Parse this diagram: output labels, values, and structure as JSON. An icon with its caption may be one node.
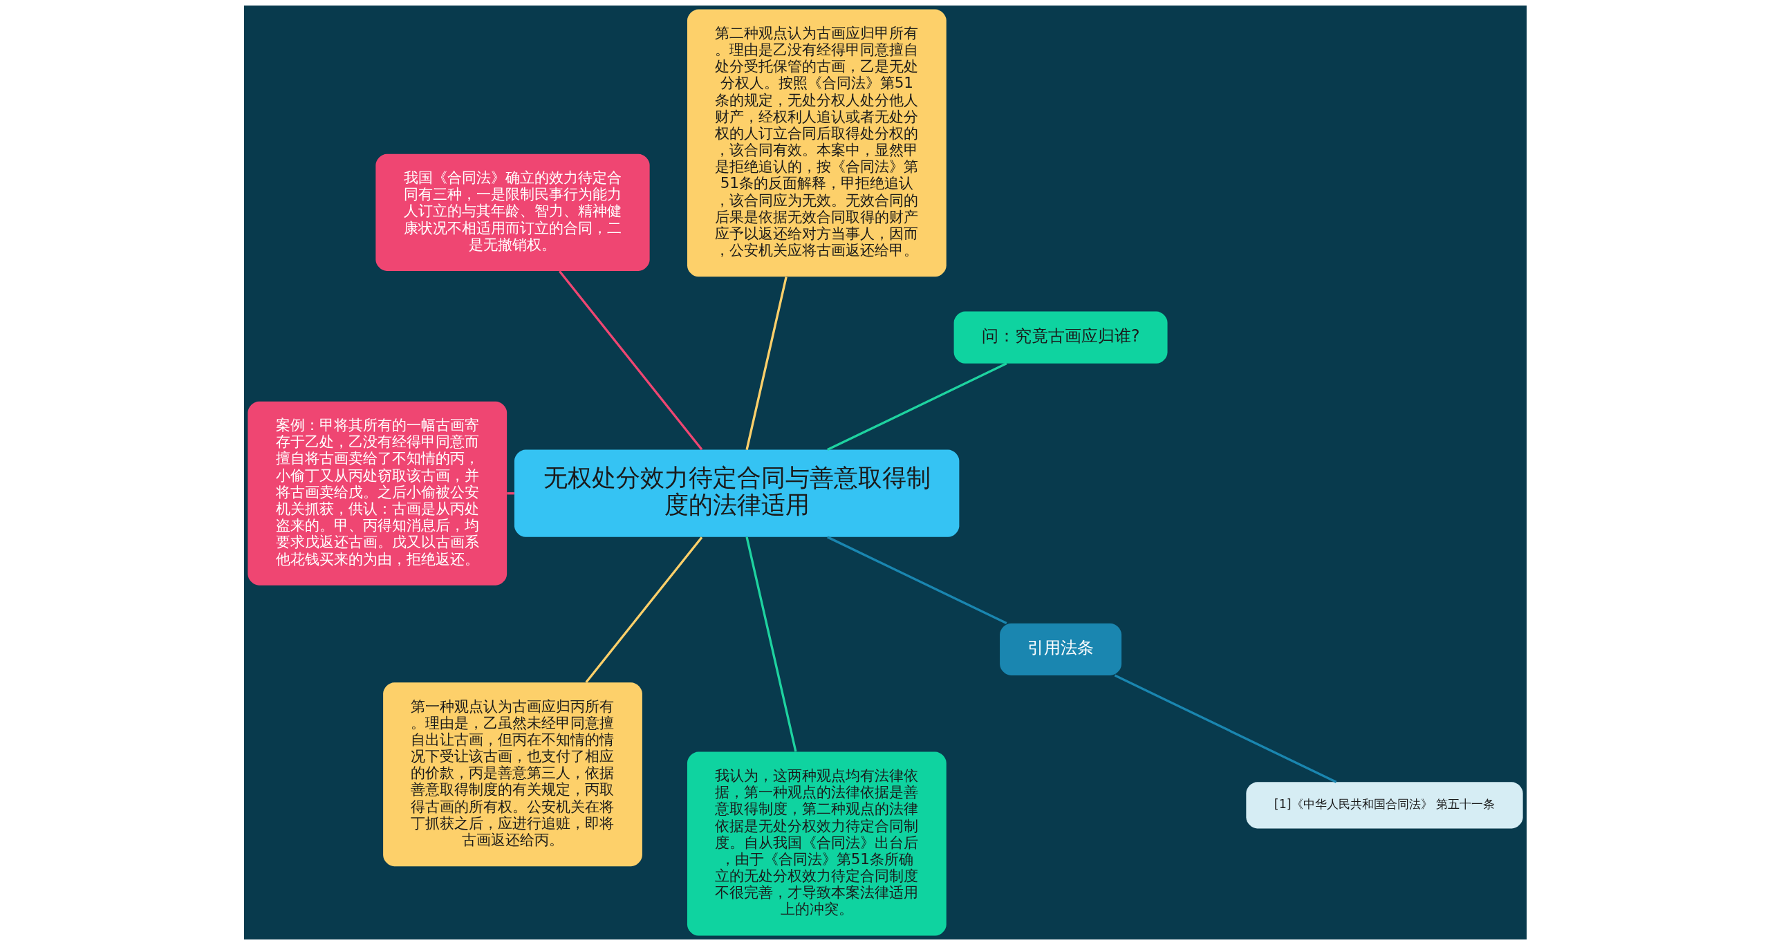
{
  "diagram": {
    "nodes": [
      {
        "text": [
          "无权处分效力待定合同与善意取得制度的法律适用"
        ]
      },
      {
        "text": [
          "问：究竟古画应归谁?"
        ]
      },
      {
        "text": [
          "第二种观点认为古画应归甲所有。理由是乙没有经得甲同意擅自处分受托保管的古画，乙是无处分权人。按照《合同法》第51条的规定，无处分权人处分他人财产，经权利人追认或者无处分权的人订立合同后取得处分权的，该合同有效。本案中，显然甲是拒绝追认的，按《合同法》第51条的反面解释，甲拒绝追认，该合同应为无效。无效合同的后果是依据无效合同取得的财产应予以返还给对方当事人，因而，公安机关应将古画返还给甲。"
        ]
      },
      {
        "text": [
          "我国《合同法》确立的效力待定合同有三种，一是限制民事行为能力人订立的与其年龄、智力、精神健康状况不相适用而订立的合同，二是无撤销权。"
        ]
      },
      {
        "text": [
          "案例：甲将其所有的一幅古画寄存于乙处，乙没有经得甲同意而擅自将古画卖给了不知情的丙，小偷丁又从丙处窃取该古画，并将古画卖给戊。之后小偷被公安机关抓获，供认：古画是从丙处盗来的。甲、丙得知消息后，均要求戊返还古画。戊又以古画系他花钱买来的为由，拒绝返还。"
        ]
      },
      {
        "text": [
          "第一种观点认为古画应归丙所有。理由是，乙虽然未经甲同意擅自出让古画，但丙在不知情的情况下受让该古画，也支付了相应的价款，丙是善意第三人，依据善意取得制度的有关规定，丙取得古画的所有权。公安机关在将丁抓获之后，应进行追赃，即将古画返还给丙。"
        ]
      },
      {
        "text": [
          "我认为，这两种观点均有法律依据，第一种观点的法律依据是善意取得制度，第二种观点的法律依据是无处分权效力待定合同制度。自从我国《合同法》出台后，由于《合同法》第51条所确立的无处分权效力待定合同制度不很完善，才导致本案法律适用上的冲突。"
        ]
      },
      {
        "text": [
          "引用法条"
        ]
      },
      {
        "text": [
          "[1]《中华人民共和国合同法》 第五十一条"
        ]
      }
    ],
    "edges": [
      {
        "from": 0,
        "to": 1,
        "arrow": "none",
        "color": "#1ed3a0"
      },
      {
        "from": 0,
        "to": 2,
        "arrow": "none",
        "color": "#fdd06a"
      },
      {
        "from": 0,
        "to": 3,
        "arrow": "none",
        "color": "#ef4672"
      },
      {
        "from": 0,
        "to": 4,
        "arrow": "none",
        "color": "#ef4672"
      },
      {
        "from": 0,
        "to": 5,
        "arrow": "none",
        "color": "#fdd06a"
      },
      {
        "from": 0,
        "to": 6,
        "arrow": "none",
        "color": "#1ed3a0"
      },
      {
        "from": 0,
        "to": 7,
        "arrow": "none",
        "color": "#1a86b0"
      },
      {
        "from": 7,
        "to": 8,
        "arrow": "none",
        "color": "#1a86b0"
      }
    ]
  }
}
